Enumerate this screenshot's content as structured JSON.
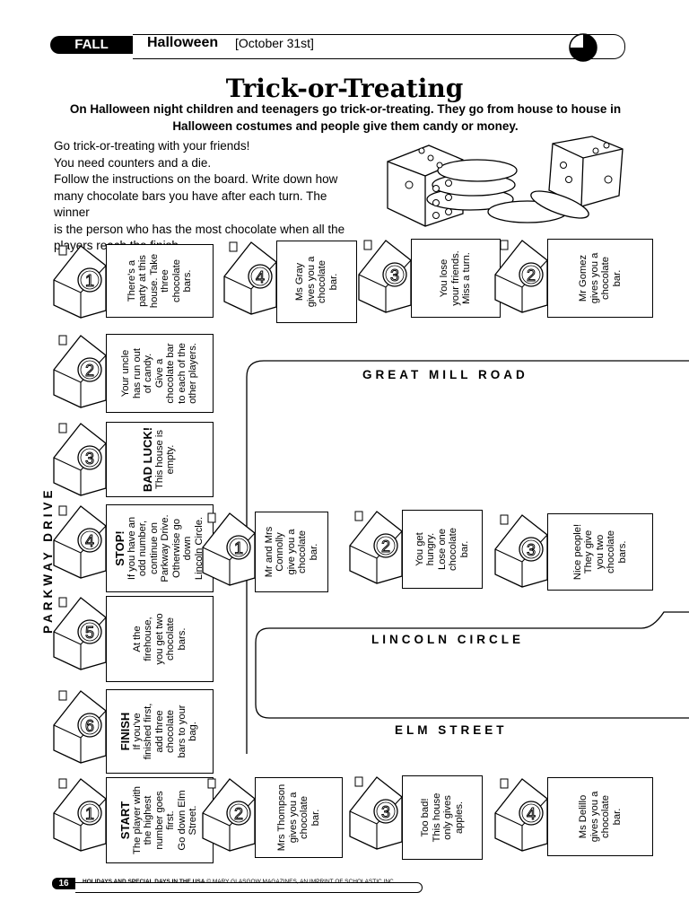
{
  "header": {
    "section": "FALL",
    "topic": "Halloween",
    "date": "[October 31st]"
  },
  "title": "Trick-or-Treating",
  "intro": "On Halloween night children and teenagers go trick-or-treating. They go from house to house in Halloween costumes and people give them candy or money.",
  "instructions": [
    "Go trick-or-treating with your friends!",
    "You need counters and a die.",
    "Follow the instructions on the board. Write down how",
    "many chocolate bars you have after each turn. The winner",
    "is the person who has the most chocolate when all the",
    "players reach the finish."
  ],
  "roads": {
    "great_mill": "GREAT MILL ROAD",
    "parkway": "PARKWAY DRIVE",
    "lincoln": "LINCOLN CIRCLE",
    "elm": "ELM STREET"
  },
  "top_row": [
    {
      "num": "1",
      "lines": [
        "There's a",
        "party at this",
        "house. Take",
        "three",
        "chocolate",
        "bars."
      ]
    },
    {
      "num": "4",
      "lines": [
        "Ms Gray",
        "gives you a",
        "chocolate",
        "bar."
      ]
    },
    {
      "num": "3",
      "lines": [
        "You lose",
        "your friends.",
        "Miss a turn."
      ]
    },
    {
      "num": "2",
      "lines": [
        "Mr Gomez",
        "gives you a",
        "chocolate",
        "bar."
      ]
    }
  ],
  "left_col": [
    {
      "num": "2",
      "lines": [
        "Your uncle",
        "has run out",
        "of candy.",
        "Give a",
        "chocolate bar",
        "to each of the",
        "other players."
      ]
    },
    {
      "num": "3",
      "heading": "BAD LUCK!",
      "lines": [
        "This house is",
        "empty."
      ]
    },
    {
      "num": "4",
      "heading": "STOP!",
      "lines": [
        "If you have an",
        "odd number,",
        "continue on",
        "Parkway Drive.",
        "Otherwise go",
        "down",
        "Lincoln Circle."
      ]
    },
    {
      "num": "5",
      "lines": [
        "At the",
        "firehouse,",
        "you get two",
        "chocolate",
        "bars."
      ]
    },
    {
      "num": "6",
      "heading": "FINISH",
      "lines": [
        "If you've",
        "finished first,",
        "add three",
        "chocolate",
        "bars to your",
        "bag."
      ]
    },
    {
      "num": "1",
      "heading": "START",
      "lines": [
        "The player with",
        "the highest",
        "number goes",
        "first.",
        "Go down Elm",
        "Street."
      ]
    }
  ],
  "lincoln_row": [
    {
      "num": "1",
      "lines": [
        "Mr and Mrs",
        "Connolly",
        "give you a",
        "chocolate",
        "bar."
      ]
    },
    {
      "num": "2",
      "lines": [
        "You get",
        "hungry.",
        "Lose one",
        "chocolate",
        "bar."
      ]
    },
    {
      "num": "3",
      "lines": [
        "Nice people!",
        "They give",
        "you two",
        "chocolate",
        "bars."
      ]
    }
  ],
  "elm_row": [
    {
      "num": "2",
      "lines": [
        "Mrs Thompson",
        "gives you a",
        "chocolate",
        "bar."
      ]
    },
    {
      "num": "3",
      "lines": [
        "Too bad!",
        "This house",
        "only gives",
        "apples."
      ]
    },
    {
      "num": "4",
      "lines": [
        "Ms Delillo",
        "gives you a",
        "chocolate",
        "bar."
      ]
    }
  ],
  "footer": {
    "page": "16",
    "title": "HOLIDAYS AND SPECIAL DAYS IN THE USA",
    "credit": "© MARY GLASGOW MAGAZINES, AN IMPRINT OF SCHOLASTIC INC."
  }
}
